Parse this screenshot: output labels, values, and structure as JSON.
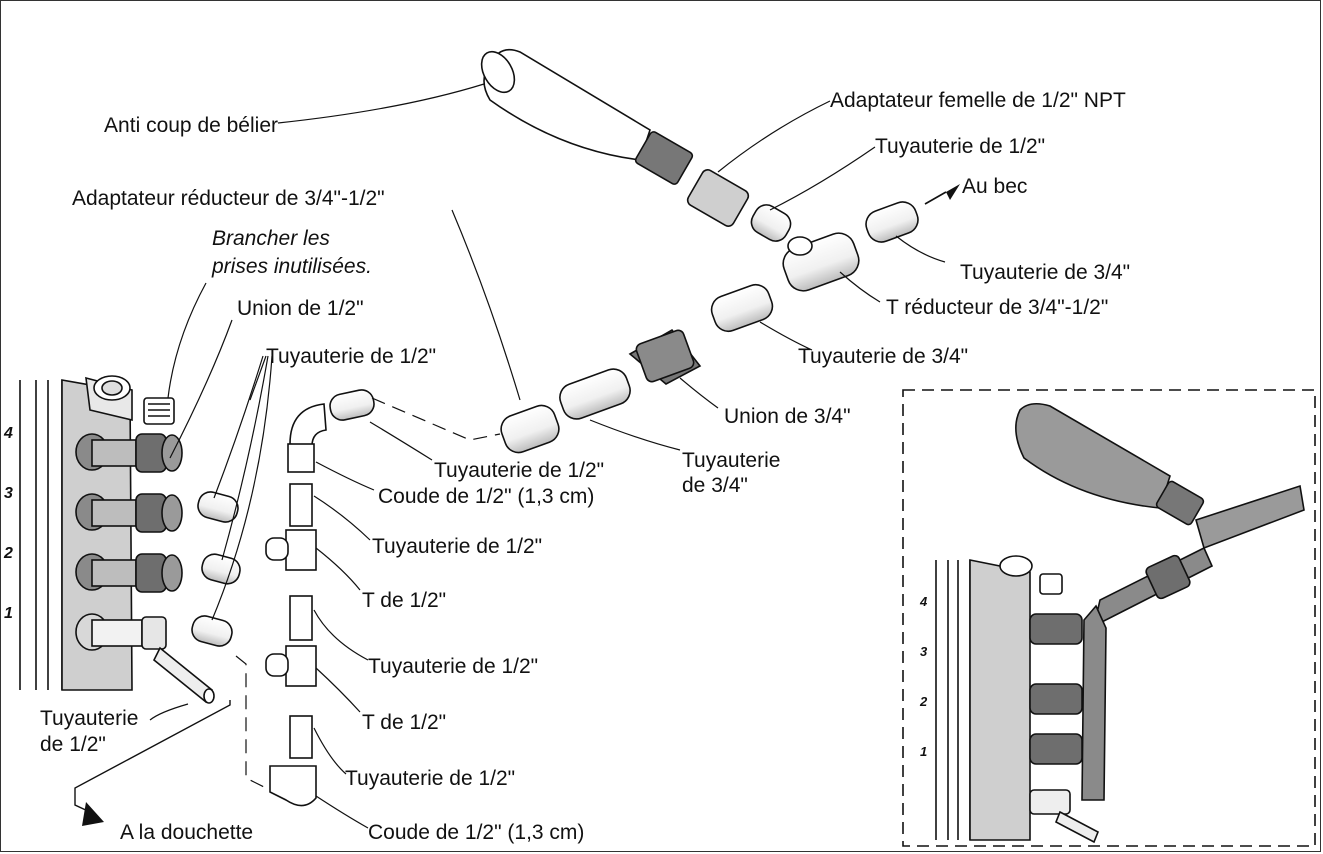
{
  "labels": {
    "anti_coup": "Anti coup de bélier",
    "adapt_femelle": "Adaptateur femelle de 1/2\" NPT",
    "tuy_half_top": "Tuyauterie de 1/2\"",
    "au_bec": "Au bec",
    "adapt_reducteur": "Adaptateur réducteur de 3/4\"-1/2\"",
    "brancher_1": "Brancher les",
    "brancher_2": "prises inutilisées.",
    "tuy_34_right": "Tuyauterie de 3/4\"",
    "t_reducteur": "T réducteur de 3/4\"-1/2\"",
    "union_half": "Union de 1/2\"",
    "tuy_half_left": "Tuyauterie de 1/2\"",
    "tuy_34_mid": "Tuyauterie de 3/4\"",
    "union_34": "Union de 3/4\"",
    "tuy_half_mid": "Tuyauterie de 1/2\"",
    "tuy_34_low_1": "Tuyauterie",
    "tuy_34_low_2": "de 3/4\"",
    "coude_top": "Coude de 1/2\" (1,3 cm)",
    "tuy_half_1": "Tuyauterie de 1/2\"",
    "t_half_1": "T de 1/2\"",
    "tuy_half_2": "Tuyauterie de 1/2\"",
    "t_half_2": "T de 1/2\"",
    "tuy_half_3": "Tuyauterie de 1/2\"",
    "coude_bottom": "Coude de 1/2\" (1,3 cm)",
    "tuy_half_bl_1": "Tuyauterie",
    "tuy_half_bl_2": "de 1/2\"",
    "douchette": "A la douchette"
  },
  "valve_numbers": [
    "4",
    "3",
    "2",
    "1"
  ]
}
